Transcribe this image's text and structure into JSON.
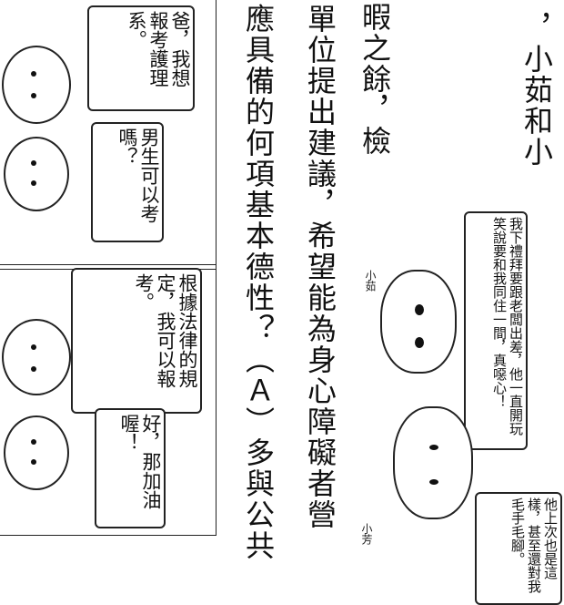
{
  "text_columns": [
    {
      "id": "col1",
      "text": "，小茹和小"
    },
    {
      "id": "col2",
      "text": "暇之餘，檢"
    },
    {
      "id": "col3",
      "text": "單位提出建議，希望能為身心障礙者營"
    },
    {
      "id": "col4",
      "text": "應具備的何項基本德性？（Ａ）多與公共"
    }
  ],
  "comic_bubbles": [
    {
      "id": "b1",
      "text": "爸，我想報考護理系。"
    },
    {
      "id": "b2",
      "text": "男生可以考嗎？"
    },
    {
      "id": "b3",
      "text": "根據法律的規定，我可以報考。"
    },
    {
      "id": "b4",
      "text": "好，那加油喔！"
    }
  ],
  "cartoon_bubbles": [
    {
      "id": "c1",
      "text": "我下禮拜要跟老闆出差，他一直開玩笑說要和我同住一間，真噁心！"
    },
    {
      "id": "c2",
      "text": "他上次也是這樣，甚至還對我毛手毛腳。"
    }
  ],
  "character_names": {
    "left": "小茹",
    "right": "小芳"
  }
}
